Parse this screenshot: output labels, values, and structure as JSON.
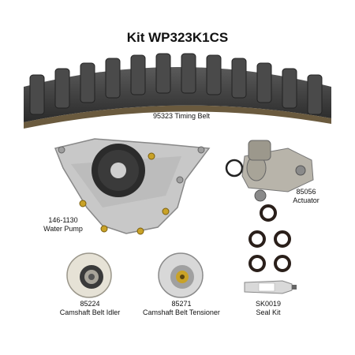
{
  "kit_title": "Kit WP323K1CS",
  "parts": {
    "timing_belt": {
      "number": "95323",
      "name": "Timing Belt",
      "label": "95323 Timing Belt"
    },
    "actuator": {
      "number": "85056",
      "name": "Actuator"
    },
    "water_pump": {
      "number": "146-1130",
      "name": "Water Pump"
    },
    "idler": {
      "number": "85224",
      "name": "Camshaft Belt Idler"
    },
    "tensioner": {
      "number": "85271",
      "name": "Camshaft Belt Tensioner"
    },
    "seal_kit": {
      "number": "SK0019",
      "name": "Seal Kit"
    }
  },
  "colors": {
    "belt": "#3a3a3a",
    "belt_edge": "#6a5a3e",
    "metal": "#c9c9c9",
    "seal": "#2a1f1a"
  }
}
